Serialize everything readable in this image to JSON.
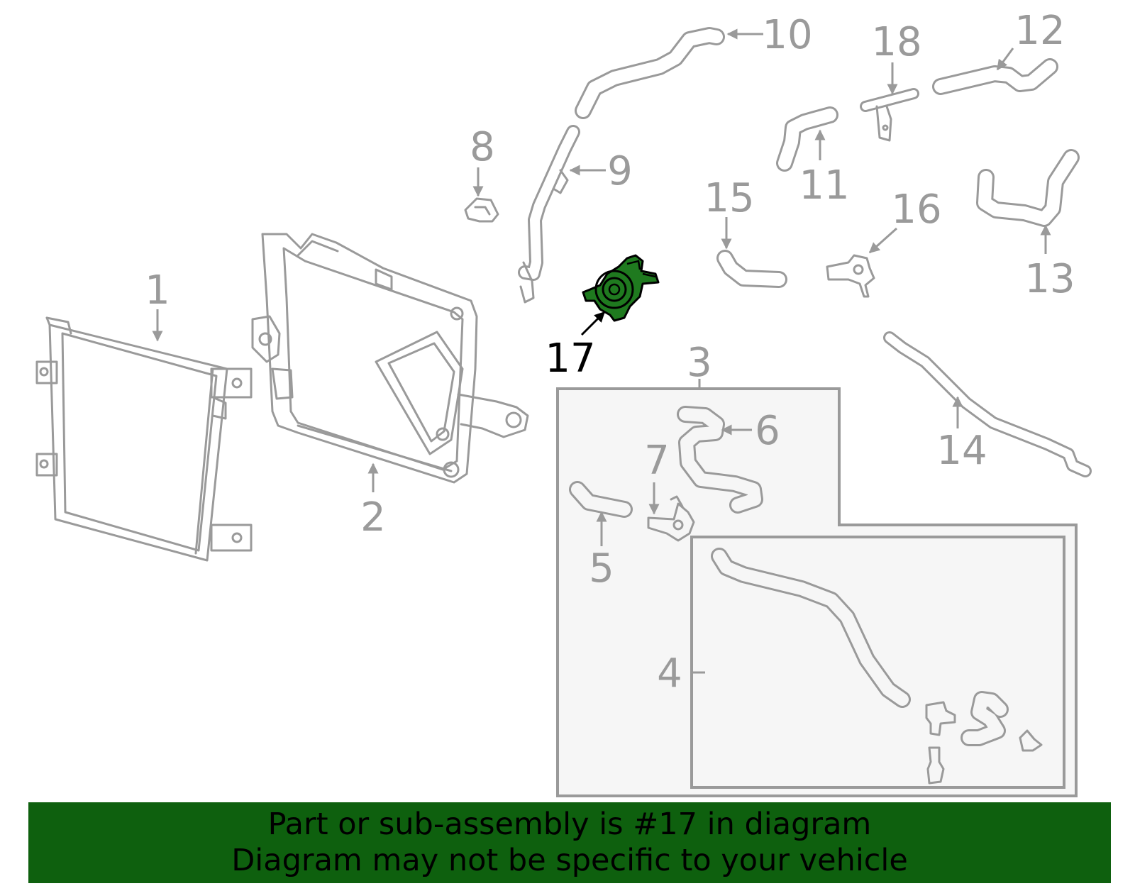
{
  "highlight_color": "#1f7a1f",
  "banner_color": "#0e600e",
  "callouts": {
    "c1": "1",
    "c2": "2",
    "c3": "3",
    "c4": "4",
    "c5": "5",
    "c6": "6",
    "c7": "7",
    "c8": "8",
    "c9": "9",
    "c10": "10",
    "c11": "11",
    "c12": "12",
    "c13": "13",
    "c14": "14",
    "c15": "15",
    "c16": "16",
    "c17": "17",
    "c18": "18"
  },
  "banner": {
    "line1": "Part or sub-assembly is #17 in diagram",
    "line2": "Diagram may not be specific to your vehicle"
  }
}
